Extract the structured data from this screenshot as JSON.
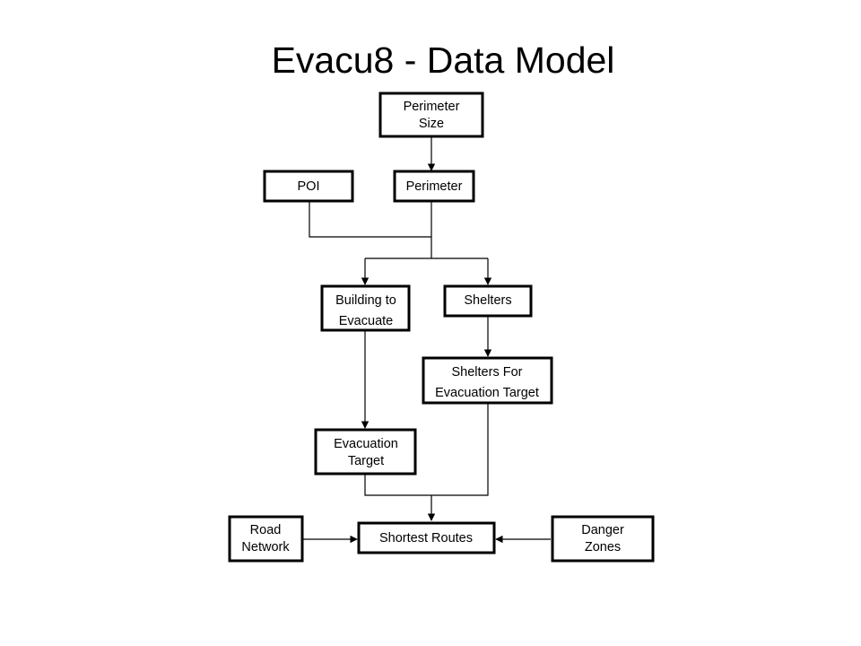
{
  "title": "Evacu8 - Data Model",
  "nodes": {
    "perimeter_size": [
      "Perimeter",
      "Size"
    ],
    "poi": [
      "POI"
    ],
    "perimeter": [
      "Perimeter"
    ],
    "building_to_evacuate": [
      "Building to",
      "Evacuate"
    ],
    "shelters": [
      "Shelters"
    ],
    "shelters_for_evacuation_target": [
      "Shelters For",
      "Evacuation Target"
    ],
    "evacuation_target": [
      "Evacuation",
      "Target"
    ],
    "road_network": [
      "Road",
      "Network"
    ],
    "shortest_routes": [
      "Shortest Routes"
    ],
    "danger_zones": [
      "Danger",
      "Zones"
    ]
  }
}
